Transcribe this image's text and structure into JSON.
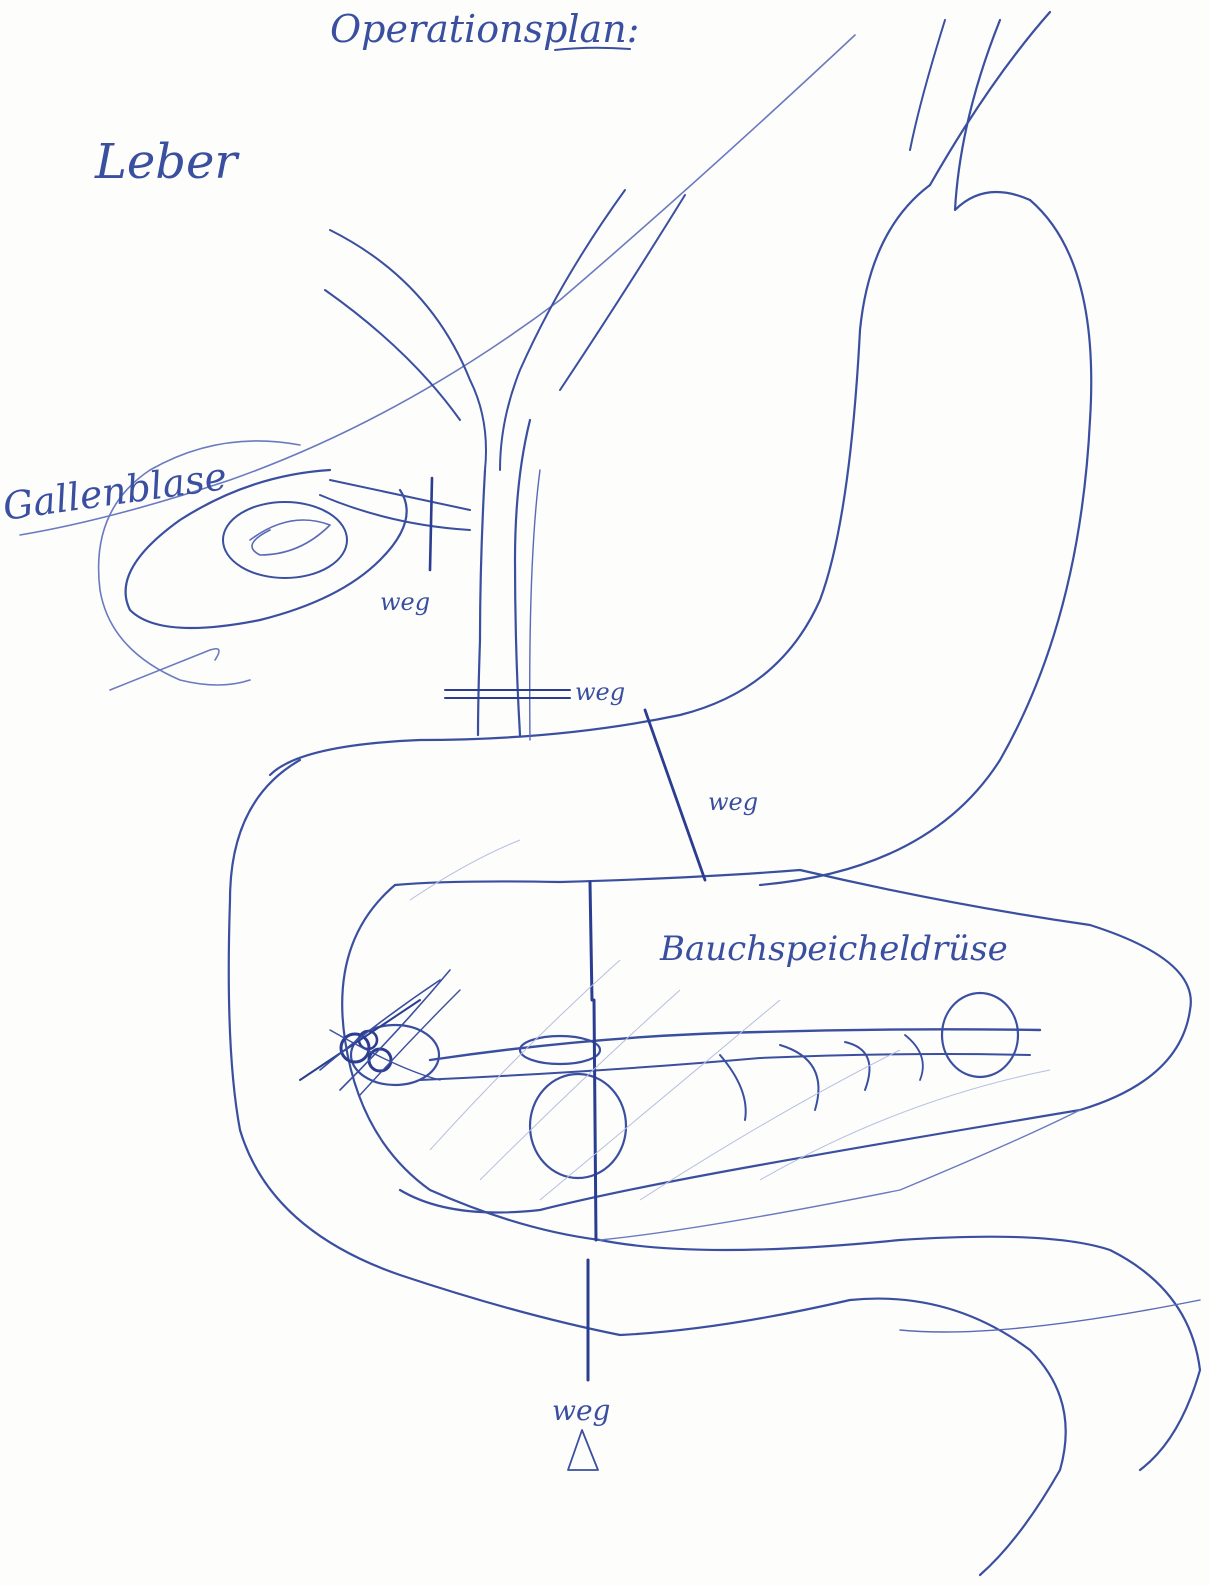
{
  "title": "Operationsplan:",
  "labels": {
    "liver": "Leber",
    "gallbladder": "Gallenblase",
    "pancreas": "Bauchspeicheldrüse"
  },
  "cut_marks": {
    "cystic_duct": "weg",
    "bile_duct": "weg",
    "stomach": "weg",
    "duodenum": "weg"
  },
  "colors": {
    "ink": "#3a4fa0",
    "ink_light": "#8a97cc",
    "paper": "#fdfdfb"
  }
}
